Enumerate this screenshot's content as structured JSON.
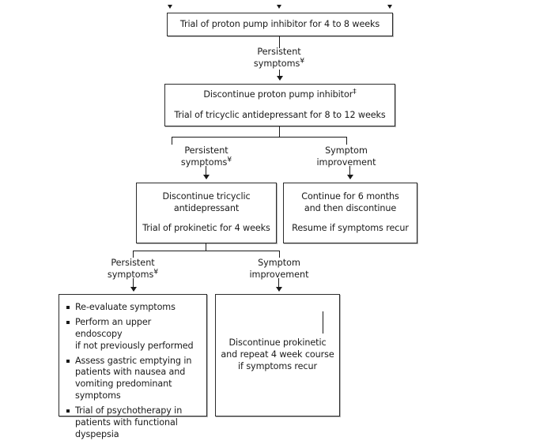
{
  "figure": {
    "type": "flowchart",
    "title": "Management algorithm for functional dyspepsia",
    "footnote_symbols": {
      "persistent": "¥",
      "discontinue": "‡"
    }
  },
  "nodes": {
    "ppi_trial": {
      "id": "ppi-trial",
      "lines": [
        "Trial of proton pump inhibitor for 4 to 8 weeks"
      ]
    },
    "tca_trial": {
      "id": "tca-trial",
      "line1_text": "Discontinue proton pump inhibitor",
      "line1_footnote": "‡",
      "line2_text": "Trial of tricyclic antidepressant for 8 to 12 weeks"
    },
    "prokinetic_trial": {
      "id": "prokinetic-trial",
      "line1": "Discontinue tricyclic",
      "line2": "antidepressant",
      "line3": "Trial of prokinetic for 4 weeks"
    },
    "continue_6mo": {
      "id": "continue-six-months",
      "line1": "Continue for 6 months",
      "line2": "and then discontinue",
      "line3": "Resume if symptoms recur"
    },
    "reevaluate": {
      "id": "re-evaluate-options",
      "bullets": [
        [
          "Re-evaluate symptoms"
        ],
        [
          "Perform an upper endoscopy",
          "if not previously performed"
        ],
        [
          "Assess gastric emptying in",
          "patients with nausea and",
          "vomiting predominant",
          "symptoms"
        ],
        [
          "Trial of psychotherapy in",
          "patients with functional",
          "dyspepsia"
        ]
      ]
    },
    "discontinue_prokinetic": {
      "id": "discontinue-prokinetic",
      "line1": "Discontinue prokinetic",
      "line2": "and repeat 4 week course",
      "line3": "if symptoms recur"
    }
  },
  "edge_labels": {
    "persistent_1": {
      "line1": "Persistent",
      "line2": "symptoms",
      "footnote": "¥"
    },
    "persistent_2": {
      "line1": "Persistent",
      "line2": "symptoms",
      "footnote": "¥"
    },
    "persistent_3": {
      "line1": "Persistent",
      "line2": "symptoms",
      "footnote": "¥"
    },
    "improvement_1": {
      "line1": "Symptom",
      "line2": "improvement"
    },
    "improvement_2": {
      "line1": "Symptom",
      "line2": "improvement"
    }
  },
  "colors": {
    "stroke": "#2b2b2b",
    "text": "#1a1a1a",
    "background": "#ffffff"
  }
}
